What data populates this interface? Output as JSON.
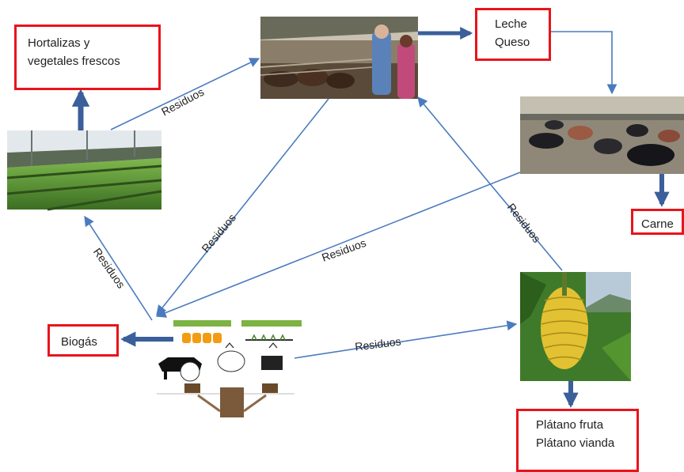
{
  "nodes": {
    "hortalizas": {
      "line1": "Hortalizas y",
      "line2": "vegetales frescos"
    },
    "leche": {
      "line1": "Leche",
      "line2": "Queso"
    },
    "carne": {
      "label": "Carne"
    },
    "biogas": {
      "label": "Biogás"
    },
    "platano": {
      "line1": "Plátano fruta",
      "line2": "Plátano vianda"
    }
  },
  "edges": {
    "residuos_label": "Residuos"
  },
  "images": {
    "greenhouse": "greenhouse-lettuce-photo",
    "dairy": "dairy-barn-photo",
    "pigs": "pig-pen-photo",
    "banana": "banana-plant-photo",
    "biodigester": "biodigester-diagram"
  },
  "colors": {
    "box_border": "#e8141b",
    "thin_arrow": "#4a7bbf",
    "thick_arrow": "#3a5f9a"
  }
}
